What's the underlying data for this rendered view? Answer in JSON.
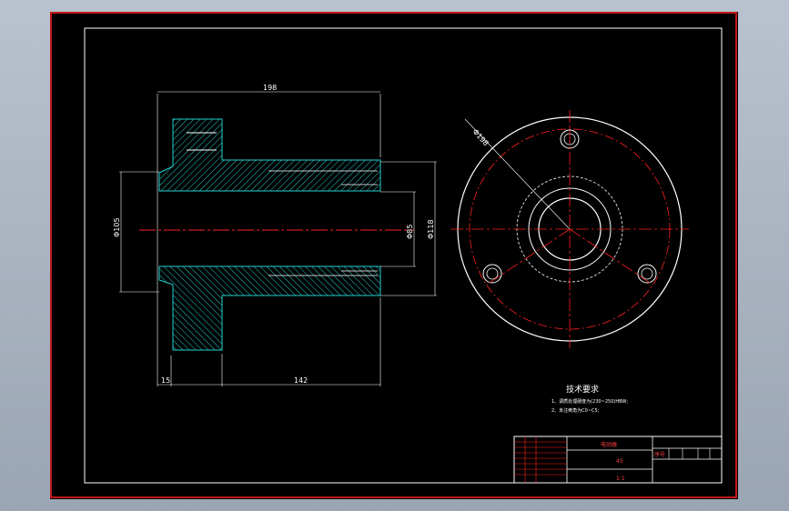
{
  "dimensions": {
    "total_length": "198",
    "flange_thickness": "15",
    "hub_length": "142",
    "bore_diameter": "Φ105",
    "inner_diameter": "Φ85",
    "outer_diameter": "Φ118",
    "bolt_circle": "Φ198"
  },
  "notes": {
    "title": "技术要求",
    "items": [
      "1、调质处理硬度为(230~250)HBW;",
      "2、未注倒角为C0~C5;"
    ]
  },
  "title_block": {
    "part_name": "电动器",
    "material": "45",
    "sheet_label": "序号",
    "scale": "1:1"
  },
  "colors": {
    "background": "#000000",
    "border": "#ff2020",
    "frame": "#ffffff",
    "hatch": "#22cfcf",
    "centerline": "#ff2020"
  }
}
